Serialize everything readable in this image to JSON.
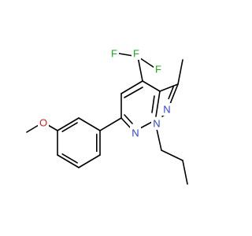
{
  "structure": {
    "colors": {
      "carbon_bond": "#000000",
      "nitrogen": "#2f3fd9",
      "oxygen": "#e01b1b",
      "fluorine": "#1fa81f"
    },
    "labels": {
      "methoxy_O": "O",
      "F_top_left": "F",
      "F_top_right": "F",
      "F_right": "F",
      "pyridine_N": "N",
      "pyrazole_N1": "N",
      "pyrazole_N2": "N"
    }
  }
}
